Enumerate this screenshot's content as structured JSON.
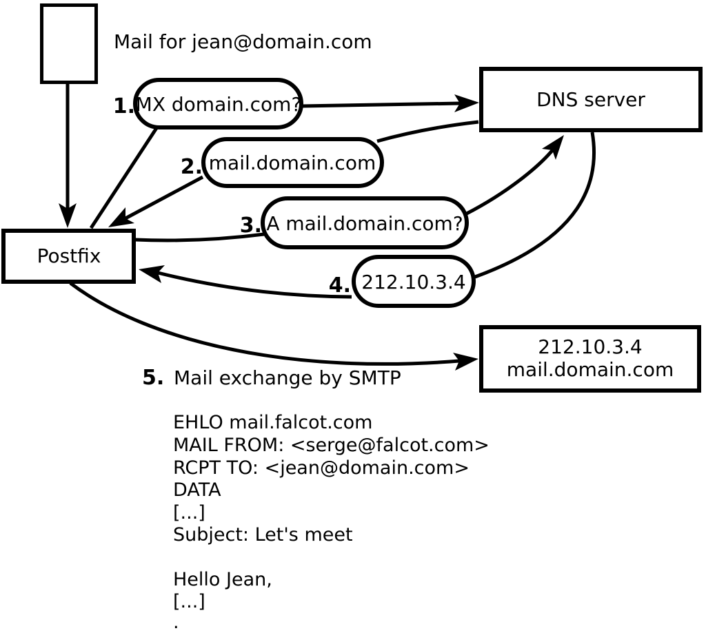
{
  "diagram": {
    "mail_label": "Mail for jean@domain.com",
    "nodes": {
      "postfix": "Postfix",
      "dns": "DNS server",
      "target_line1": "212.10.3.4",
      "target_line2": "mail.domain.com"
    },
    "steps": [
      {
        "num": "1.",
        "label": "MX domain.com?"
      },
      {
        "num": "2.",
        "label": "mail.domain.com"
      },
      {
        "num": "3.",
        "label": "A mail.domain.com?"
      },
      {
        "num": "4.",
        "label": "212.10.3.4"
      },
      {
        "num": "5.",
        "label": "Mail exchange by SMTP"
      }
    ],
    "smtp_transcript": [
      "EHLO mail.falcot.com",
      "MAIL FROM: <serge@falcot.com>",
      "RCPT TO: <jean@domain.com>",
      "DATA",
      "[...]",
      "Subject: Let's meet",
      "",
      "Hello Jean,",
      "[...]",
      "."
    ],
    "colors": {
      "stroke": "#000000",
      "background": "#ffffff"
    }
  }
}
